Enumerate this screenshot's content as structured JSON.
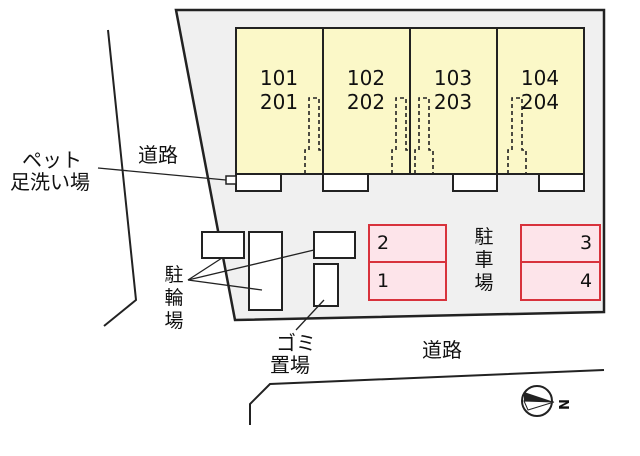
{
  "units": [
    {
      "upper": "101",
      "lower": "201"
    },
    {
      "upper": "102",
      "lower": "202"
    },
    {
      "upper": "103",
      "lower": "203"
    },
    {
      "upper": "104",
      "lower": "204"
    }
  ],
  "labels": {
    "foot_wash_line1": "ペット",
    "foot_wash_line2": "足洗い場",
    "road_upper": "道路",
    "road_lower": "道路",
    "bicycle_parking": [
      "駐",
      "輪",
      "場"
    ],
    "garbage_line1": "ゴミ",
    "garbage_line2": "置場",
    "parking": [
      "駐",
      "車",
      "場"
    ]
  },
  "parking_spaces": {
    "left": [
      "2",
      "1"
    ],
    "right": [
      "3",
      "4"
    ]
  },
  "compass": {
    "direction": "N"
  },
  "colors": {
    "unit_fill": "#fbf8c8",
    "lot_fill": "#f0f0f0",
    "parking_fill": "#fde4ea",
    "parking_stroke": "#d8323c",
    "line": "#222222"
  }
}
